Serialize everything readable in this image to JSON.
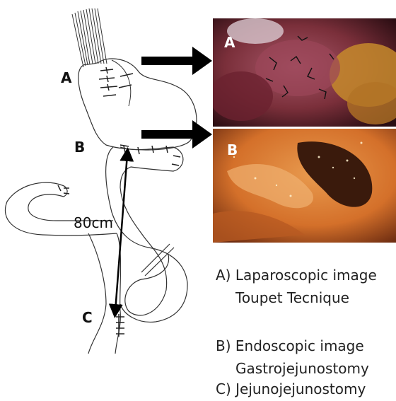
{
  "diagram": {
    "labels": {
      "a": "A",
      "b": "B",
      "c": "C",
      "distance": "80cm"
    }
  },
  "photos": {
    "a": {
      "letter": "A",
      "kind": "laparoscopic-photo"
    },
    "b": {
      "letter": "B",
      "kind": "endoscopic-photo"
    }
  },
  "captions": {
    "a_line1": "A) Laparoscopic image",
    "a_line2": "Toupet Tecnique",
    "b_line1": "B) Endoscopic image",
    "b_line2": "Gastrojejunostomy",
    "c_line1": "C) Jejunojejunostomy"
  },
  "colors": {
    "line": "#333333",
    "arrow": "#000000",
    "photo_a": "#7a2f3a",
    "photo_b": "#d4702a"
  }
}
